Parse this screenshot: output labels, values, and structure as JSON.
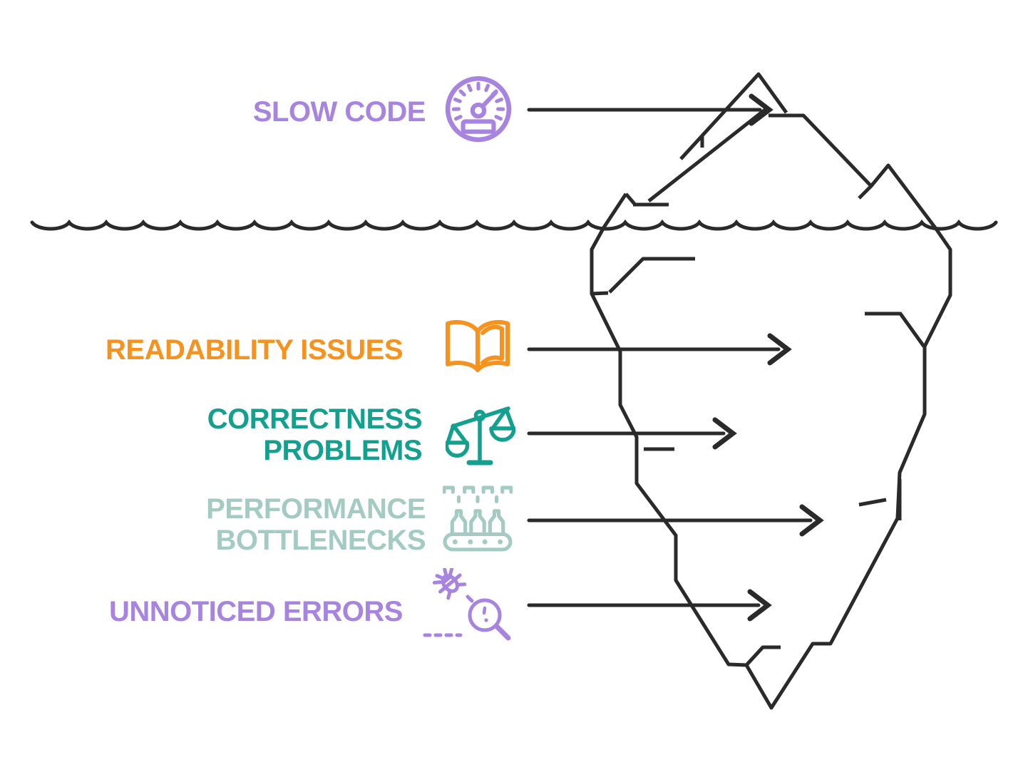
{
  "title": "Code review iceberg diagram",
  "colors": {
    "purple": "#a784e0",
    "orange": "#f6921e",
    "teal": "#13a08f",
    "pale_teal": "#a3cbc2",
    "ink": "#2b2a2a",
    "background": "#ffffff"
  },
  "scene": {
    "waterline": "wavy water surface line",
    "iceberg": "line-art iceberg, small tip above water, large mass below"
  },
  "labels": {
    "slow_code": {
      "text": "SLOW CODE",
      "icon": "speedometer-icon",
      "position": "above water"
    },
    "readability": {
      "text": "READABILITY ISSUES",
      "icon": "open-book-icon",
      "position": "below water"
    },
    "correctness": {
      "line1": "CORRECTNESS",
      "line2": "PROBLEMS",
      "icon": "balance-scale-icon",
      "position": "below water"
    },
    "performance": {
      "line1": "PERFORMANCE",
      "line2": "BOTTLENECKS",
      "icon": "bottling-conveyor-icon",
      "position": "below water"
    },
    "unnoticed": {
      "text": "UNNOTICED ERRORS",
      "icon": "bug-magnifier-icon",
      "position": "below water"
    }
  },
  "arrows": [
    {
      "from": "slow_code",
      "points_to": "iceberg tip above water"
    },
    {
      "from": "readability",
      "points_to": "iceberg upper underwater mass"
    },
    {
      "from": "correctness",
      "points_to": "iceberg mid underwater mass"
    },
    {
      "from": "performance",
      "points_to": "iceberg lower underwater mass"
    },
    {
      "from": "unnoticed",
      "points_to": "iceberg deep underwater mass"
    }
  ]
}
